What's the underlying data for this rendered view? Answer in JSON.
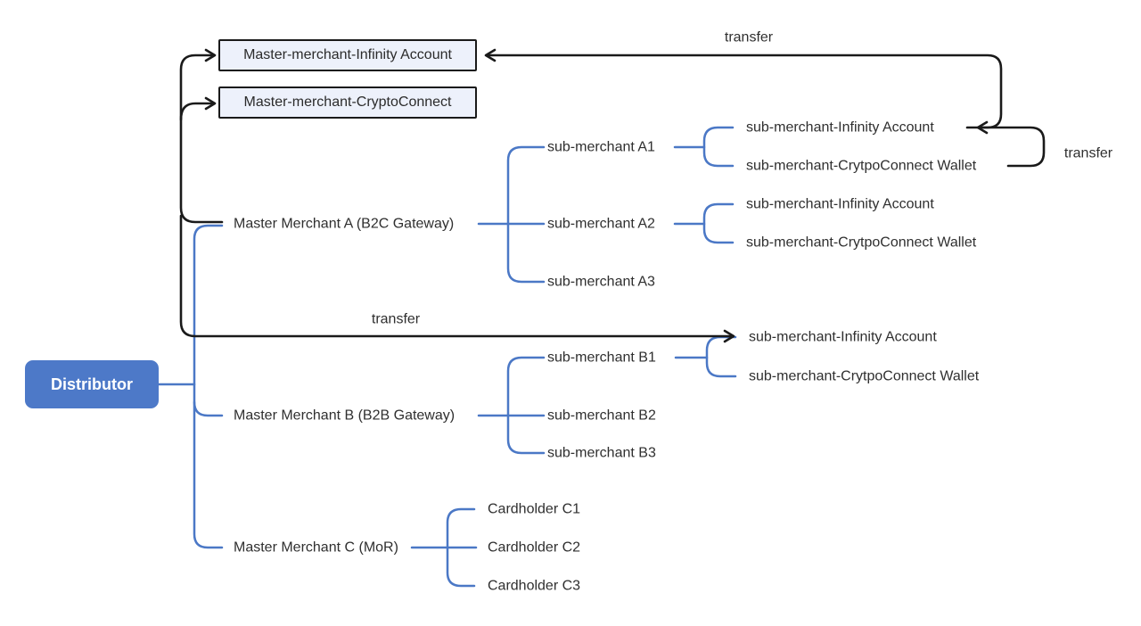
{
  "diagram": {
    "root": {
      "label": "Distributor"
    },
    "master_accounts": [
      {
        "label": "Master-merchant-Infinity Account"
      },
      {
        "label": "Master-merchant-CryptoConnect"
      }
    ],
    "merchants": [
      {
        "label": "Master Merchant A (B2C Gateway)",
        "subs": [
          {
            "label": "sub-merchant A1",
            "accounts": [
              {
                "label": "sub-merchant-Infinity Account"
              },
              {
                "label": "sub-merchant-CrytpoConnect Wallet"
              }
            ]
          },
          {
            "label": "sub-merchant A2",
            "accounts": [
              {
                "label": "sub-merchant-Infinity Account"
              },
              {
                "label": "sub-merchant-CrytpoConnect Wallet"
              }
            ]
          },
          {
            "label": "sub-merchant A3",
            "accounts": []
          }
        ]
      },
      {
        "label": "Master Merchant B (B2B Gateway)",
        "subs": [
          {
            "label": "sub-merchant B1",
            "accounts": [
              {
                "label": "sub-merchant-Infinity Account"
              },
              {
                "label": "sub-merchant-CrytpoConnect Wallet"
              }
            ]
          },
          {
            "label": "sub-merchant B2",
            "accounts": []
          },
          {
            "label": "sub-merchant B3",
            "accounts": []
          }
        ]
      },
      {
        "label": "Master Merchant C (MoR)",
        "subs": [
          {
            "label": "Cardholder C1",
            "accounts": []
          },
          {
            "label": "Cardholder C2",
            "accounts": []
          },
          {
            "label": "Cardholder C3",
            "accounts": []
          }
        ]
      }
    ],
    "transfers": [
      {
        "label": "transfer"
      },
      {
        "label": "transfer"
      },
      {
        "label": "transfer"
      }
    ],
    "colors": {
      "line_blue": "#4b78c6",
      "line_black": "#1a1a1a",
      "root_fill": "#4d79c8",
      "root_text": "#ffffff",
      "account_box_fill": "#edf1fb",
      "account_box_border": "#1a1a1a",
      "text": "#2f2f2f"
    }
  }
}
